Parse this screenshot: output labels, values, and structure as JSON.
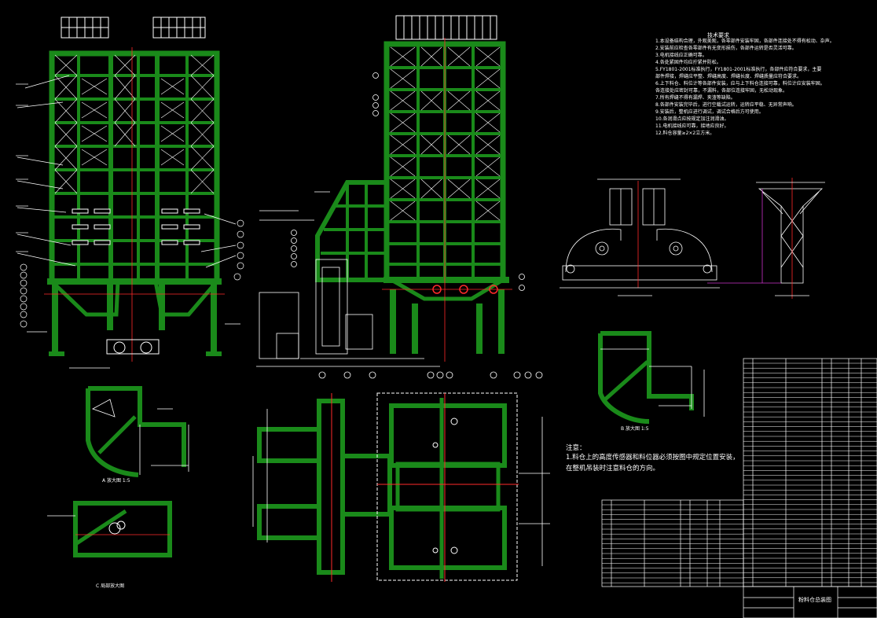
{
  "drawing": {
    "colors": {
      "background": "#000000",
      "structure": "#1a8a1a",
      "line": "#ffffff",
      "centerline": "#ff2a2a",
      "dimension": "#cc33cc",
      "detail_line": "#ffff00"
    },
    "tech_notes": {
      "title": "技术要求",
      "lines": [
        "1.本设备结构合理，外观美观，各零部件安装牢固，各部件连接处不得有松动、杂声。",
        "2.安装前应检查各零部件有无变形损伤，各部件运转是否灵活可靠。",
        "3.电机接线应正确可靠。",
        "4.各处紧固件均应拧紧并防松。",
        "5.FY1801-2001标准执行，FY1801-2001标准执行，各部件应符合要求，主要",
        "  部件焊接，焊缝应平整、焊缝高度、焊缝长度、焊缝质量应符合要求。",
        "6.上下料仓、料位计等各部件安装，应与上下料仓连接可靠，料位计应安装牢固。",
        "  各连接处应密封可靠，不漏料，各部位连接牢固，无松动现象。",
        "7.所有焊缝不得有漏焊、夹渣等缺陷。",
        "8.各部件安装完毕后，进行空载试运转，运转应平稳、无异常声响。",
        "9.安装后，整机应进行调试，调试合格后方可使用。",
        "10.各润滑点应按规定加注润滑油。",
        "11.电机接线应可靠，接地应良好。",
        "12.料仓容量≥2×2立方米。"
      ]
    },
    "remarks": {
      "title": "注意：",
      "lines": [
        "1.料仓上的高度传感器和料位器必须按图中规定位置安装，",
        "  在整机吊装时注意料仓的方向。"
      ]
    },
    "captions": {
      "detail_a": "A 放大图 1:5",
      "detail_b": "B 放大图 1:5",
      "detail_c": "C 局部放大图"
    },
    "title_block": {
      "name": "粉料仓总装图"
    }
  }
}
